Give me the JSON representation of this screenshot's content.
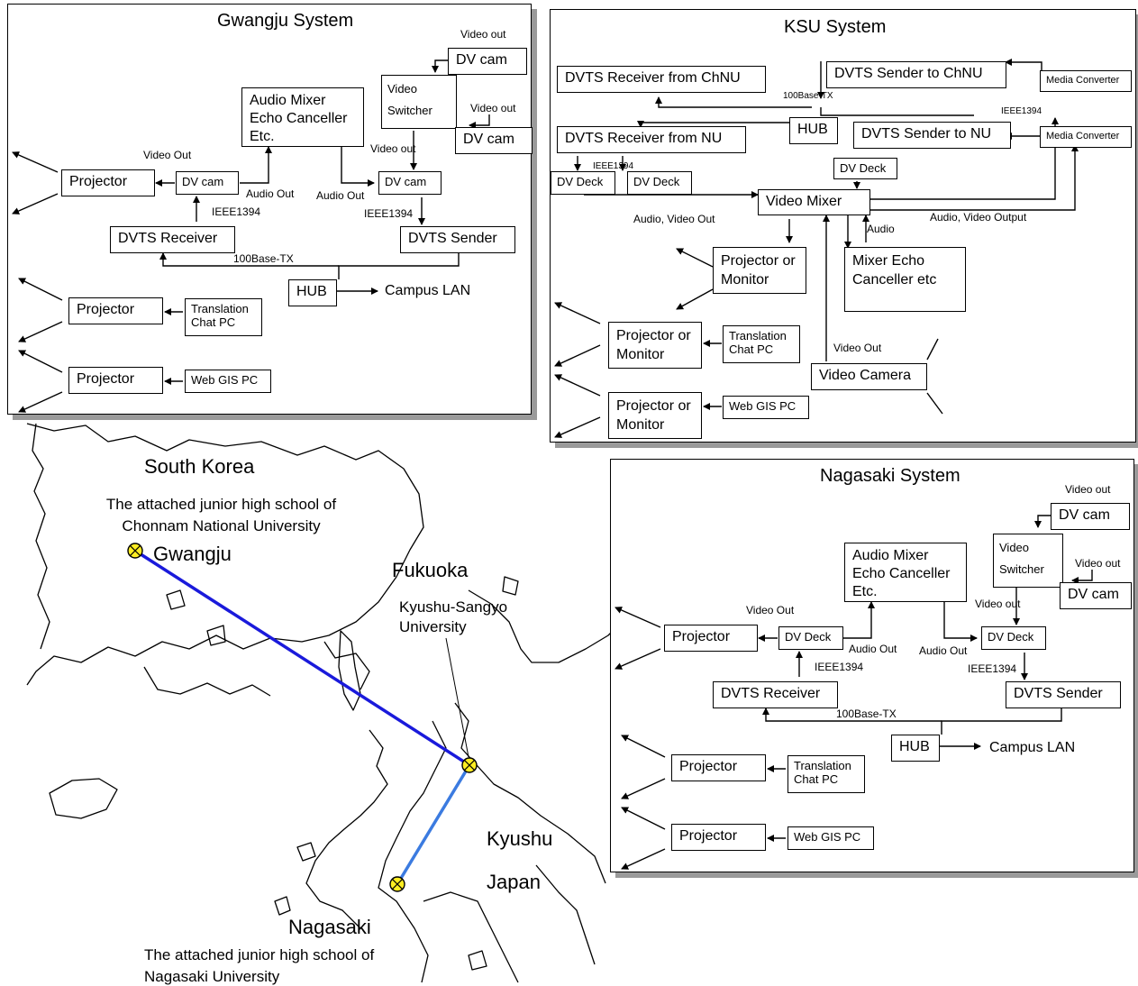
{
  "map": {
    "labels": {
      "south_korea": "South Korea",
      "gwangju_school": "The attached junior high school of Chonnam National University",
      "gwangju": "Gwangju",
      "fukuoka": "Fukuoka",
      "ksu": "Kyushu-Sangyo University",
      "kyushu": "Kyushu",
      "japan": "Japan",
      "nagasaki": "Nagasaki",
      "nagasaki_school": "The attached junior high school of Nagasaki University"
    },
    "colors": {
      "link_gwangju": "#1a1adb",
      "link_nagasaki": "#3b7be0",
      "marker": "#ffee22"
    }
  },
  "gwangju_system": {
    "title": "Gwangju System",
    "boxes": {
      "dv_cam_top": "DV cam",
      "video_switcher": "Video Switcher",
      "dv_cam_right": "DV cam",
      "audio_mixer": "Audio Mixer Echo Canceller Etc.",
      "projector": "Projector",
      "dv_cam_left": "DV cam",
      "dv_cam_mid": "DV cam",
      "dvts_receiver": "DVTS Receiver",
      "dvts_sender": "DVTS Sender",
      "hub": "HUB",
      "projector2": "Projector",
      "translation_pc": "Translation Chat PC",
      "projector3": "Projector",
      "web_gis_pc": "Web GIS PC"
    },
    "labels": {
      "video_out_top": "Video out",
      "video_out_right": "Video out",
      "video_out_left": "Video Out",
      "video_out_mid": "Video out",
      "audio_out_left": "Audio Out",
      "audio_out_mid": "Audio Out",
      "ieee_left": "IEEE1394",
      "ieee_right": "IEEE1394",
      "base_tx": "100Base-TX",
      "campus_lan": "Campus LAN"
    }
  },
  "ksu_system": {
    "title": "KSU System",
    "boxes": {
      "recv_chnu": "DVTS Receiver from ChNU",
      "sender_chnu": "DVTS Sender to ChNU",
      "media_conv_1": "Media Converter",
      "hub": "HUB",
      "recv_nu": "DVTS Receiver from NU",
      "sender_nu": "DVTS Sender to NU",
      "media_conv_2": "Media Converter",
      "dv_deck_right": "DV Deck",
      "dv_deck_1": "DV Deck",
      "dv_deck_2": "DV Deck",
      "video_mixer": "Video Mixer",
      "projector_monitor_1": "Projector or Monitor",
      "mixer": "Mixer Echo Canceller etc",
      "projector_monitor_2": "Projector or Monitor",
      "translation_pc": "Translation Chat PC",
      "video_camera": "Video Camera",
      "projector_monitor_3": "Projector or Monitor",
      "web_gis_pc": "Web GIS PC"
    },
    "labels": {
      "base_tx": "100Base-TX",
      "ieee_top": "IEEE1394",
      "ieee_left": "IEEE1394",
      "audio_video_out": "Audio, Video Out",
      "audio_video_output": "Audio, Video Output",
      "audio": "Audio",
      "video_out": "Video Out"
    }
  },
  "nagasaki_system": {
    "title": "Nagasaki System",
    "boxes": {
      "dv_cam_top": "DV cam",
      "video_switcher": "Video Switcher",
      "dv_cam_right": "DV cam",
      "audio_mixer": "Audio Mixer Echo Canceller Etc.",
      "projector": "Projector",
      "dv_deck_left": "DV Deck",
      "dv_deck_mid": "DV Deck",
      "dvts_receiver": "DVTS Receiver",
      "dvts_sender": "DVTS Sender",
      "hub": "HUB",
      "projector2": "Projector",
      "translation_pc": "Translation Chat PC",
      "projector3": "Projector",
      "web_gis_pc": "Web GIS PC"
    },
    "labels": {
      "video_out_top": "Video out",
      "video_out_right": "Video out",
      "video_out_left": "Video Out",
      "video_out_mid": "Video out",
      "audio_out_left": "Audio Out",
      "audio_out_mid": "Audio Out",
      "ieee_left": "IEEE1394",
      "ieee_right": "IEEE1394",
      "base_tx": "100Base-TX",
      "campus_lan": "Campus LAN"
    }
  }
}
